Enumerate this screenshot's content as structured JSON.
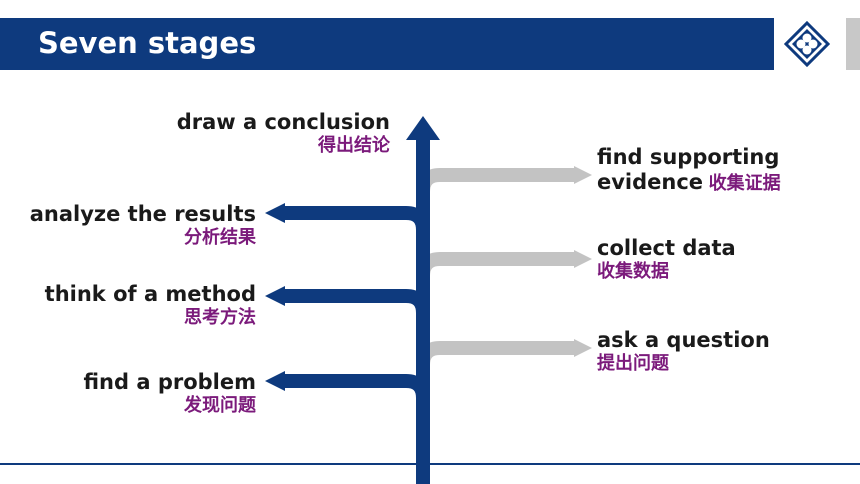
{
  "header": {
    "title": "Seven stages"
  },
  "colors": {
    "navy": "#0e3a7e",
    "grey_arrow": "#c3c3c3",
    "chinese_text": "#7b1a7b"
  },
  "stages": {
    "conclusion": {
      "en": "draw a conclusion",
      "zh": "得出结论"
    },
    "supporting": {
      "en1": "find supporting",
      "en2": "evidence",
      "zh": "收集证据"
    },
    "analyze": {
      "en": "analyze the results",
      "zh": "分析结果"
    },
    "collect": {
      "en": "collect data",
      "zh": "收集数据"
    },
    "method": {
      "en": "think of a method",
      "zh": "思考方法"
    },
    "question": {
      "en": "ask a question",
      "zh": "提出问题"
    },
    "problem": {
      "en": "find a problem",
      "zh": "发现问题"
    }
  }
}
